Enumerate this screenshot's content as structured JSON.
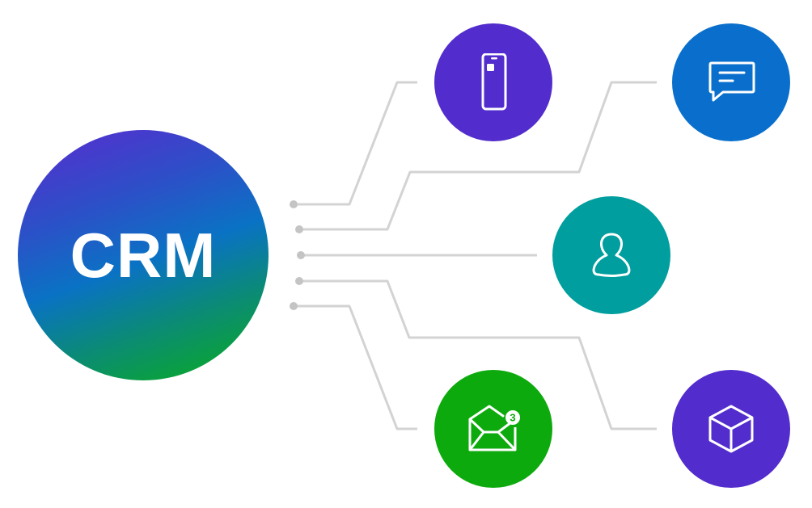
{
  "diagram": {
    "hub": {
      "label": "CRM",
      "gradient": [
        "#5a2bd0",
        "#0a72c4",
        "#0aae1a"
      ]
    },
    "connector_color": "#d0d0d0",
    "nodes": [
      {
        "id": "phone",
        "icon": "smartphone-icon",
        "color": "#522ccc",
        "label": "Phone"
      },
      {
        "id": "chat",
        "icon": "chat-bubble-icon",
        "color": "#0a6fcc",
        "label": "Chat"
      },
      {
        "id": "contact",
        "icon": "person-icon",
        "color": "#009e9e",
        "label": "Contact"
      },
      {
        "id": "email",
        "icon": "open-envelope-icon",
        "color": "#0daa0d",
        "label": "Email",
        "badge": "3"
      },
      {
        "id": "product",
        "icon": "cube-icon",
        "color": "#522ccc",
        "label": "Product"
      }
    ]
  }
}
